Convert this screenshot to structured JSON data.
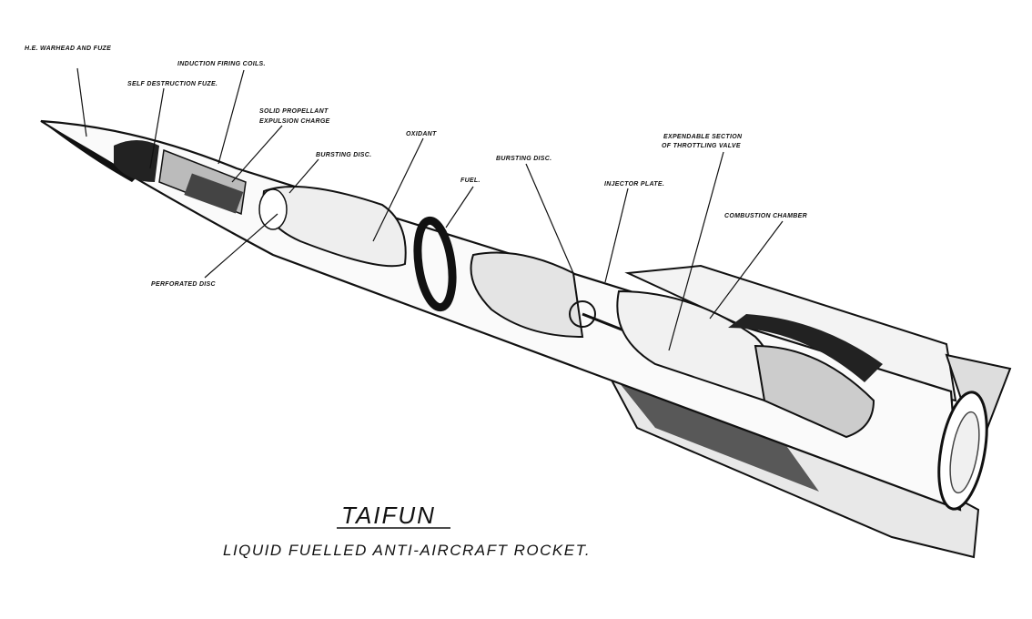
{
  "diagram": {
    "title": "TAIFUN",
    "subtitle": "LIQUID FUELLED ANTI-AIRCRAFT ROCKET.",
    "labels": {
      "warhead": "H.E. WARHEAD AND FUZE",
      "induction_coils": "INDUCTION FIRING COILS.",
      "self_destruction": "SELF DESTRUCTION FUZE.",
      "solid_propellant_1": "SOLID PROPELLANT",
      "solid_propellant_2": "EXPULSION CHARGE",
      "bursting_disc_1": "BURSTING DISC.",
      "oxidant": "OXIDANT",
      "fuel": "FUEL.",
      "bursting_disc_2": "BURSTING DISC.",
      "injector_plate": "INJECTOR PLATE.",
      "throttling_1": "EXPENDABLE SECTION",
      "throttling_2": "OF THROTTLING VALVE",
      "combustion_chamber": "COMBUSTION CHAMBER",
      "perforated_disc": "PERFORATED DISC"
    }
  }
}
